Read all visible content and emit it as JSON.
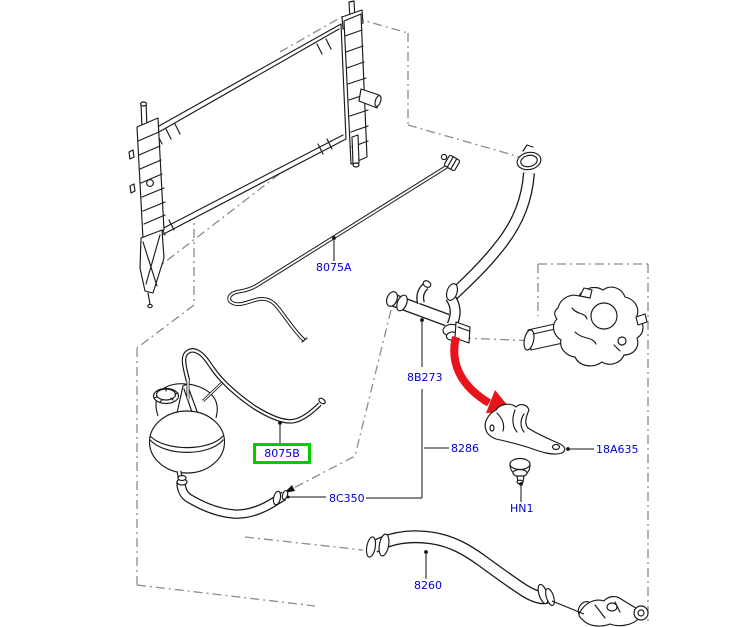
{
  "diagram": {
    "type": "automotive-parts-diagram",
    "highlighted_part": "8075B",
    "labels": [
      {
        "code": "8075A",
        "highlighted": false
      },
      {
        "code": "8B273",
        "highlighted": false
      },
      {
        "code": "8286",
        "highlighted": false
      },
      {
        "code": "18A635",
        "highlighted": false
      },
      {
        "code": "HN1",
        "highlighted": false
      },
      {
        "code": "8C350",
        "highlighted": false
      },
      {
        "code": "8260",
        "highlighted": false
      },
      {
        "code": "8075B",
        "highlighted": true
      }
    ],
    "colors": {
      "label-blue": "#0000cc",
      "highlight-green": "#00cc00",
      "arrow-red": "#e8131b",
      "line": "#1a1a1a",
      "dash-gray": "#8c8c8c",
      "bg": "#ffffff"
    }
  }
}
